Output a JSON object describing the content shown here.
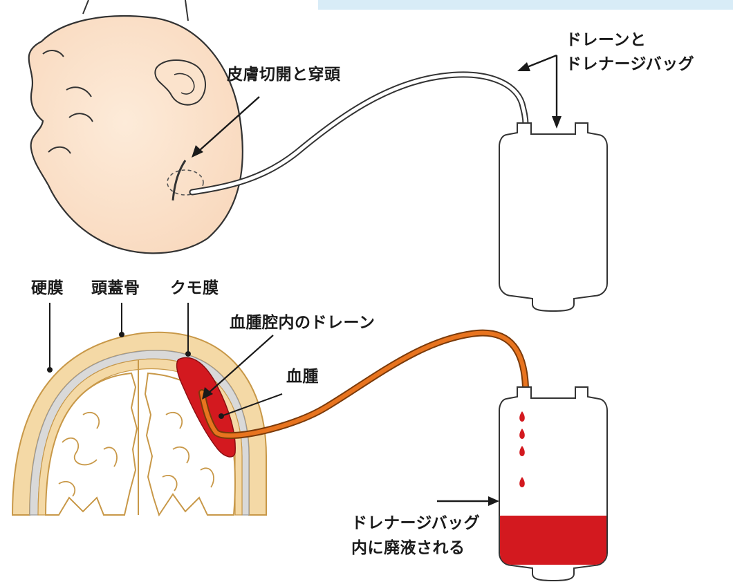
{
  "labels": {
    "incision": "皮膚切開と穿頭",
    "drain_bag_line1": "ドレーンと",
    "drain_bag_line2": "ドレナージバッグ",
    "dura": "硬膜",
    "skull": "頭蓋骨",
    "arachnoid": "クモ膜",
    "drain_in_cavity": "血腫腔内のドレーン",
    "hematoma": "血腫",
    "waste_line1": "ドレナージバッグ",
    "waste_line2": "内に廃液される"
  },
  "colors": {
    "skin": "#fbe3cc",
    "skull_bone": "#f4d9a6",
    "bone_outline": "#c89848",
    "dura_gray": "#d9d9d9",
    "blood": "#d3191f",
    "drain_orange": "#e8741f",
    "outline": "#333333",
    "banner": "#d8ecf7"
  }
}
